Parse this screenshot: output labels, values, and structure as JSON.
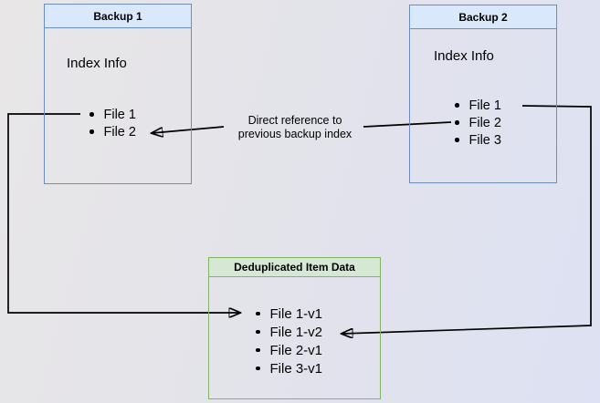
{
  "diagram": {
    "backup1": {
      "title": "Backup 1",
      "subtitle": "Index Info",
      "files": [
        "File 1",
        "File 2"
      ]
    },
    "backup2": {
      "title": "Backup 2",
      "subtitle": "Index Info",
      "files": [
        "File 1",
        "File 2",
        "File 3"
      ]
    },
    "dedup": {
      "title": "Deduplicated Item Data",
      "items": [
        "File 1-v1",
        "File 1-v2",
        "File 2-v1",
        "File 3-v1"
      ]
    },
    "annotation": {
      "line1": "Direct reference to",
      "line2": "previous backup index"
    },
    "colors": {
      "blue_fill": "#dae8fc",
      "blue_border": "#6c8ebf",
      "green_fill": "#d5e8d4",
      "green_border": "#82b366",
      "arrow": "#000000",
      "background_left": "#e8e6e7",
      "background_right": "#dde1f3"
    }
  }
}
